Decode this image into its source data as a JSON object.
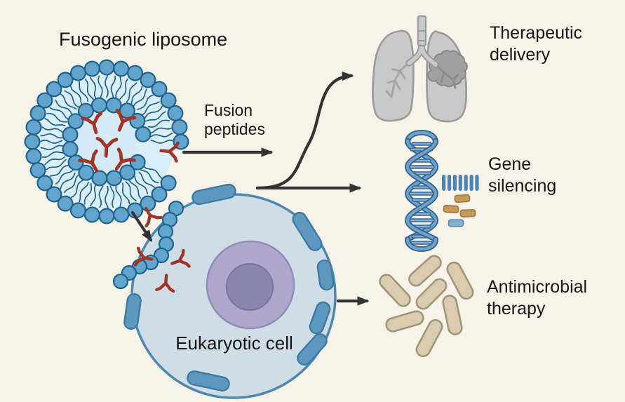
{
  "labels": {
    "liposome": "Fusogenic liposome",
    "fusion_peptides": "Fusion peptides",
    "eukaryotic_cell": "Eukaryotic cell",
    "therapeutic_delivery": "Therapeutic delivery",
    "gene_silencing": "Gene silencing",
    "antimicrobial_therapy": "Antimicrobial therapy"
  },
  "icons": [
    "liposome-icon",
    "fusion-peptide-y-icon",
    "eukaryotic-cell-icon",
    "nucleus-icon",
    "membrane-patch-icon",
    "lungs-icon",
    "tumor-icon",
    "dna-helix-icon",
    "sirna-fragment-icon",
    "bacteria-rod-icon",
    "arrow-icon"
  ],
  "colors": {
    "background": "#f8f3e8",
    "arrow": "#333333",
    "text": "#161616",
    "antibody": "#a23326",
    "liposome": {
      "bead_fill": "#61a5cd",
      "bead_stroke": "#20618f",
      "tail_bg": "#daeef8",
      "tail_line": "#20618f",
      "interior": "#d4ebf6"
    },
    "cell": {
      "fill": "#cfdde6",
      "stroke": "#4c89ae",
      "patch_fill": "#5e97bd",
      "patch_stroke": "#3c7ba4"
    },
    "nucleus": {
      "outer_fill": "#aea7cb",
      "outer_stroke": "#948cb8",
      "inner_fill": "#8a86ae",
      "inner_stroke": "#7b74a1"
    },
    "lungs": {
      "fill": "#c9c9c9",
      "stroke": "#9a9a9a",
      "airway": "#a6a6a6",
      "airway_dark": "#8d8d8d",
      "tumor_fill": "#a0a0a0",
      "tumor_stroke": "#878787"
    },
    "dna": {
      "strand_dark": "#35668f",
      "strand_light": "#6ea2cd",
      "rung_light": "#85aed3",
      "bar": "#4e86b3",
      "fragment_tan": "#c59a59",
      "fragment_tan_stroke": "#9e7a40",
      "fragment_blue": "#7fb0d4",
      "fragment_blue_stroke": "#5d89ad"
    },
    "bacteria": {
      "fill": "#d9cbad",
      "stroke": "#a3957a"
    }
  }
}
